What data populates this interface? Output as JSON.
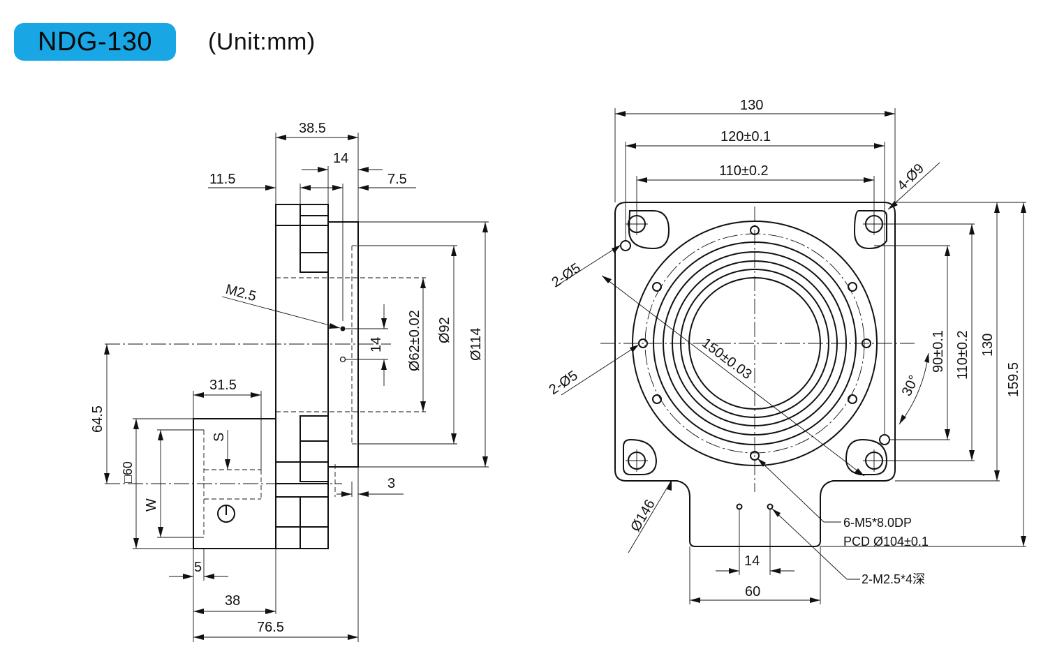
{
  "header": {
    "model": "NDG-130",
    "unit": "(Unit:mm)"
  },
  "side_view": {
    "d_38_5": "38.5",
    "d_14_top": "14",
    "d_11_5": "11.5",
    "d_7_5": "7.5",
    "d_m2_5": "M2.5",
    "d_14_holes": "14",
    "d_phi62": "Ø62±0.02",
    "d_phi92": "Ø92",
    "d_phi114": "Ø114",
    "d_64_5": "64.5",
    "d_31_5": "31.5",
    "d_S": "S",
    "d_sq60": "□60",
    "d_W": "W",
    "d_3": "3",
    "d_5": "5",
    "d_38": "38",
    "d_76_5": "76.5"
  },
  "front_view": {
    "d_130_top": "130",
    "d_120": "120±0.1",
    "d_110_top": "110±0.2",
    "d_4phi9": "4-Ø9",
    "d_2phi5_a": "2-Ø5",
    "d_2phi5_b": "2-Ø5",
    "d_150": "150±0.03",
    "d_30deg": "30°",
    "d_90": "90±0.1",
    "d_110_right": "110±0.2",
    "d_130_right": "130",
    "d_159_5": "159.5",
    "d_phi146": "Ø146",
    "d_m5": "6-M5*8.0DP",
    "d_pcd": "PCD Ø104±0.1",
    "d_m2_5_4": "2-M2.5*4深",
    "d_14_bottom": "14",
    "d_60_bottom": "60"
  }
}
